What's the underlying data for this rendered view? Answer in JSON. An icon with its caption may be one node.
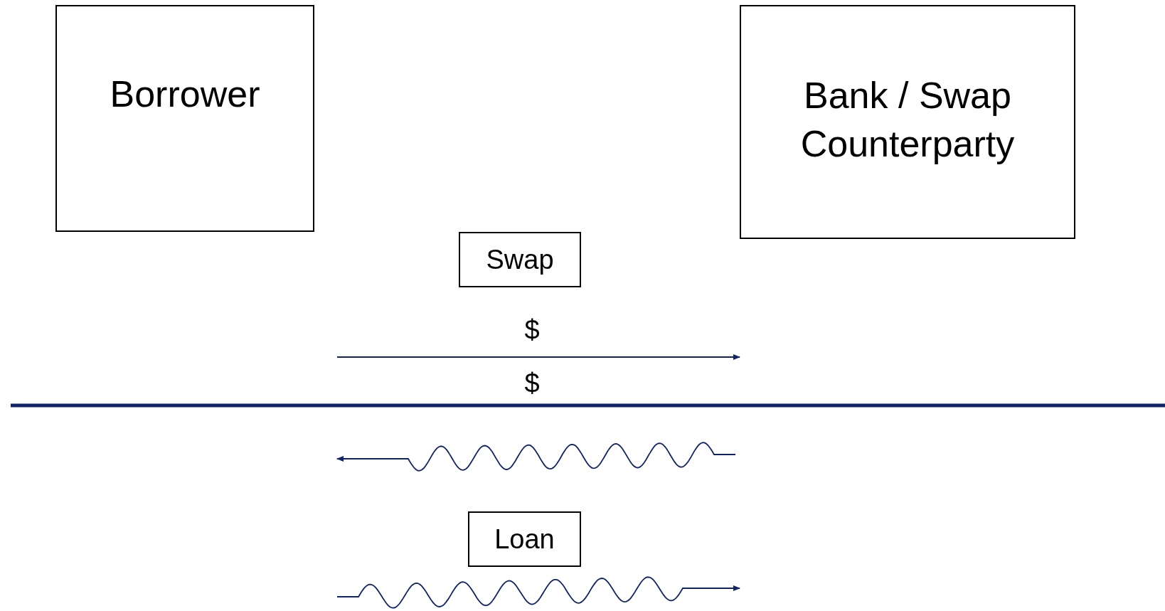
{
  "diagram": {
    "nodes": [
      {
        "text": [
          "Borrower"
        ]
      },
      {
        "text": [
          "Bank / Swap Counterparty"
        ]
      },
      {
        "text": [
          "Swap"
        ]
      },
      {
        "text": [
          "Loan"
        ]
      }
    ],
    "labels": [
      "$",
      "$"
    ]
  }
}
